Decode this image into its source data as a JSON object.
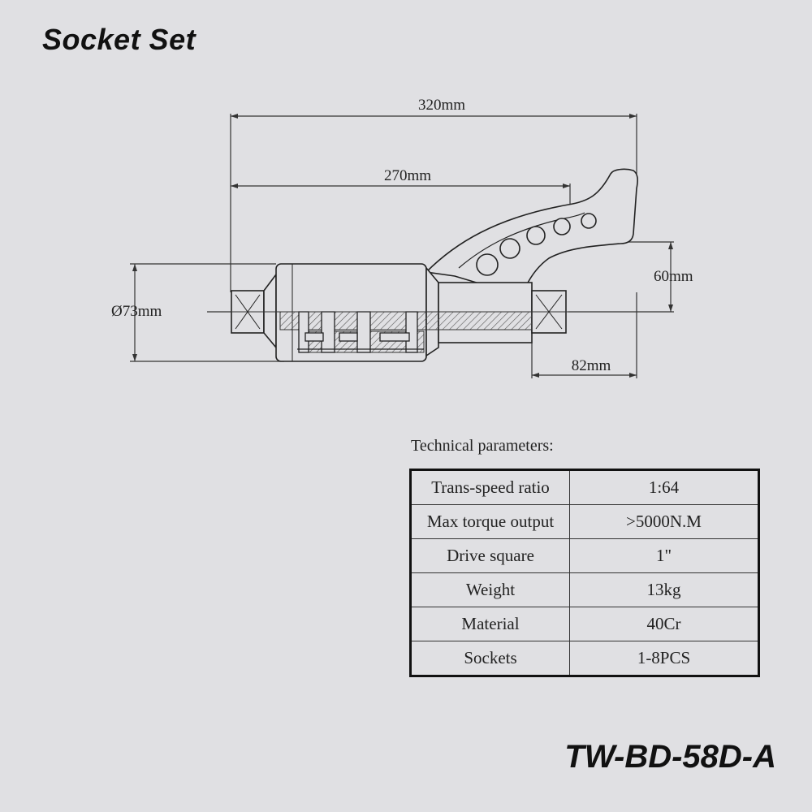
{
  "page": {
    "title": "Socket Set",
    "model": "TW-BD-58D-A",
    "background": "#e0e0e3"
  },
  "drawing": {
    "dimensions": {
      "overall_length": "320mm",
      "body_length": "270mm",
      "diameter": "Ø73mm",
      "height": "60mm",
      "output_length": "82mm"
    }
  },
  "params": {
    "title": "Technical parameters:",
    "rows": [
      {
        "label": "Trans-speed ratio",
        "value": "1:64"
      },
      {
        "label": "Max torque output",
        "value": ">5000N.M"
      },
      {
        "label": "Drive square",
        "value": "1\""
      },
      {
        "label": "Weight",
        "value": "13kg"
      },
      {
        "label": "Material",
        "value": "40Cr"
      },
      {
        "label": "Sockets",
        "value": "1-8PCS"
      }
    ]
  }
}
